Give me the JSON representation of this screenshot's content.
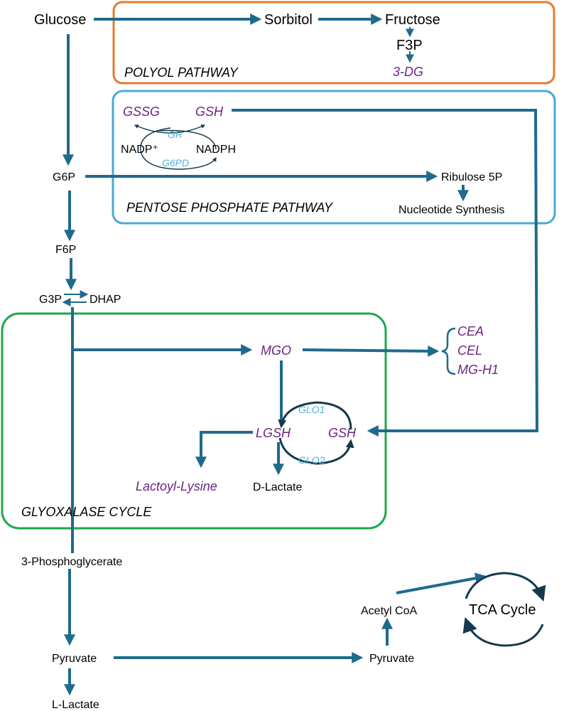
{
  "colors": {
    "arrow": "#1f6a8c",
    "metabolite_italic": "#6a2580",
    "enzyme": "#4fb3d9",
    "polyol_box": "#e57a2e",
    "pentose_box": "#4aa8d8",
    "glyoxalase_box": "#1fa64a",
    "cycle_arrow": "#163a4d"
  },
  "pathways": {
    "polyol": "POLYOL PATHWAY",
    "pentose": "PENTOSE PHOSPHATE PATHWAY",
    "glyoxalase": "GLYOXALASE CYCLE"
  },
  "nodes": {
    "glucose": "Glucose",
    "sorbitol": "Sorbitol",
    "fructose": "Fructose",
    "f3p": "F3P",
    "dg3": "3-DG",
    "gssg": "GSSG",
    "gsh_top": "GSH",
    "gr": "GR",
    "nadp": "NADP⁺",
    "nadph": "NADPH",
    "g6pd": "G6PD",
    "g6p": "G6P",
    "ribulose": "Ribulose 5P",
    "nucleotide": "Nucleotide Synthesis",
    "f6p": "F6P",
    "g3p": "G3P",
    "dhap": "DHAP",
    "mgo": "MGO",
    "cea": "CEA",
    "cel": "CEL",
    "mgh1": "MG-H1",
    "glo1": "GLO1",
    "glo2": "GLO2",
    "lgsh": "LGSH",
    "gsh_cycle": "GSH",
    "lactoyl_lysine": "Lactoyl-Lysine",
    "d_lactate": "D-Lactate",
    "phosphoglycerate": "3-Phosphoglycerate",
    "pyruvate_left": "Pyruvate",
    "pyruvate_right": "Pyruvate",
    "acetyl_coa": "Acetyl CoA",
    "tca": "TCA Cycle",
    "l_lactate": "L-Lactate"
  }
}
